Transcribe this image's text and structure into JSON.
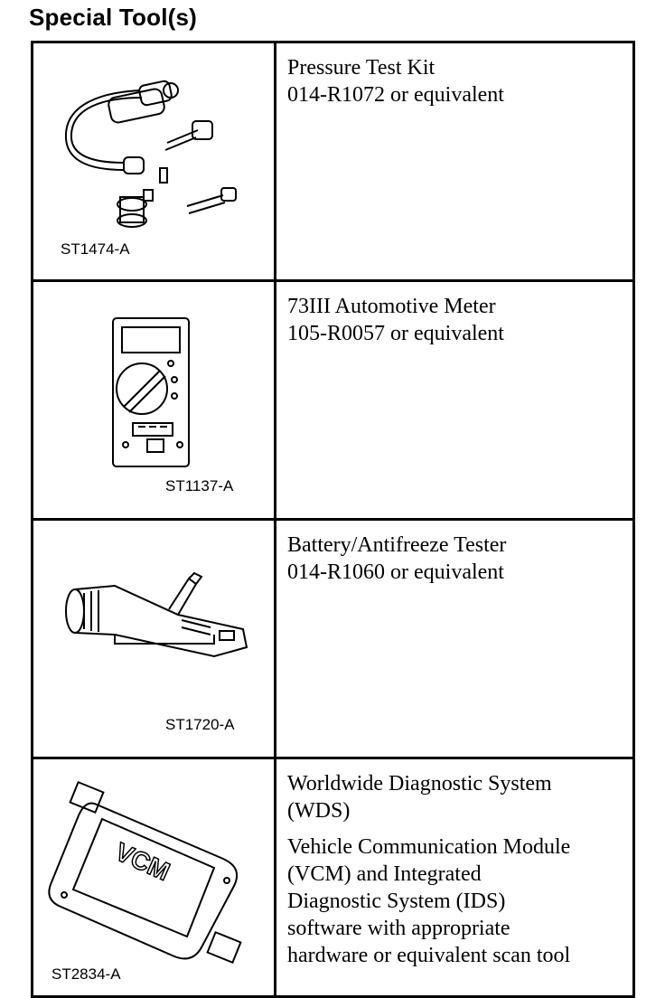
{
  "heading": "Special Tool(s)",
  "tools": [
    {
      "image_code": "ST1474-A",
      "icon": "pressure-test-kit-illustration",
      "lines": [
        "Pressure Test Kit",
        "014-R1072 or equivalent"
      ]
    },
    {
      "image_code": "ST1137-A",
      "icon": "automotive-meter-illustration",
      "lines": [
        "73III Automotive Meter",
        "105-R0057 or equivalent"
      ]
    },
    {
      "image_code": "ST1720-A",
      "icon": "battery-antifreeze-tester-illustration",
      "lines": [
        "Battery/Antifreeze Tester",
        "014-R1060 or equivalent"
      ]
    },
    {
      "image_code": "ST2834-A",
      "icon": "vcm-module-illustration",
      "vcm_label": "VCM",
      "lines": [
        "Worldwide Diagnostic System",
        "(WDS)"
      ],
      "para2": [
        "Vehicle Communication Module",
        "(VCM) and Integrated",
        "Diagnostic System (IDS)",
        "software with appropriate",
        "hardware or equivalent scan tool"
      ]
    }
  ]
}
